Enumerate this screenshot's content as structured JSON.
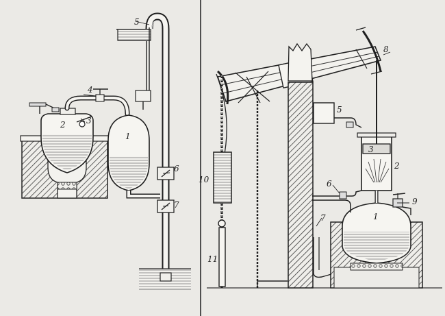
{
  "figure": {
    "left_panel": {
      "labels": [
        "1",
        "2",
        "3",
        "4",
        "5",
        "6",
        "7"
      ]
    },
    "right_panel": {
      "labels": [
        "1",
        "2",
        "3",
        "5",
        "6",
        "7",
        "8",
        "9",
        "10",
        "11"
      ]
    }
  }
}
